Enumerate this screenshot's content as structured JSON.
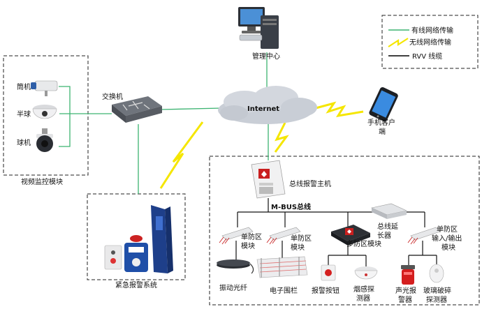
{
  "legend": {
    "wired": "有线网络传输",
    "wireless": "无线网络传输",
    "rvv": "RVV 线缆"
  },
  "nodes": {
    "management": "管理中心",
    "internet": "Internet",
    "mobile": [
      "手机客户",
      "端"
    ],
    "switch": "交换机",
    "gun_camera": "筒机",
    "dome_camera": "半球",
    "speed_dome": "球机",
    "video_module": "视频监控模块",
    "emergency": "紧急报警系统",
    "bus_host": "总线报警主机",
    "mbus": "M-BUS总线",
    "single_zone_1": [
      "单防区",
      "模块"
    ],
    "single_zone_2": [
      "单防区",
      "模块"
    ],
    "multi_zone": "多防区模块",
    "bus_extender": [
      "总线延",
      "长器"
    ],
    "single_zone_io": [
      "单防区",
      "输入/输出",
      "模块"
    ],
    "vibration_fiber": "振动光纤",
    "electronic_fence": "电子围栏",
    "alarm_button": "报警按钮",
    "smoke_detector": [
      "烟感探",
      "测器"
    ],
    "siren": [
      "声光报",
      "警器"
    ],
    "glass_break": [
      "玻璃破碎",
      "探测器"
    ]
  },
  "colors": {
    "wired": "#3cb371",
    "wireless": "#f5e600",
    "rvv": "#000000",
    "cloud": "#c9ced6"
  }
}
